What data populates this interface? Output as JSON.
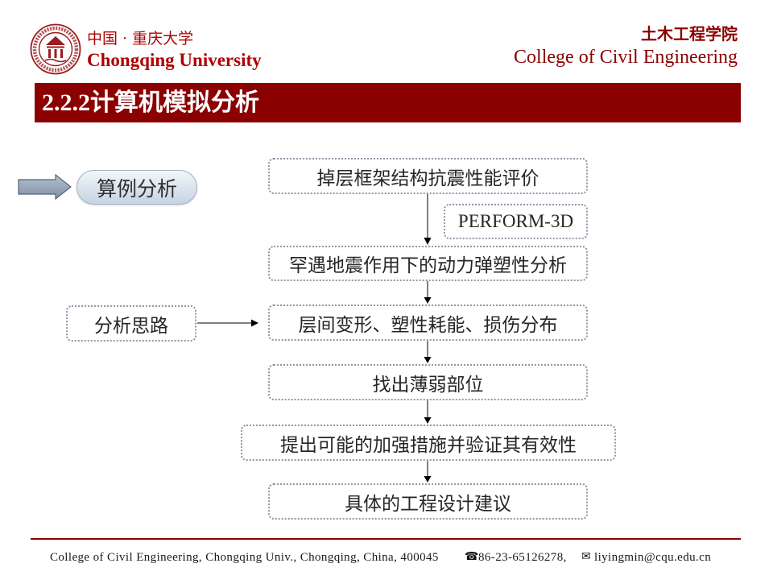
{
  "header": {
    "logo_icon": "university-seal-icon",
    "university_cn": "中国 · 重庆大学",
    "university_en": "Chongqing University",
    "college_cn": "土木工程学院",
    "college_en": "College of Civil Engineering"
  },
  "title": "2.2.2计算机模拟分析",
  "sidebar": {
    "pointer_icon": "block-arrow-right-icon",
    "section_label": "算例分析",
    "approach_label": "分析思路"
  },
  "flow": {
    "steps": [
      "掉层框架结构抗震性能评价",
      "罕遇地震作用下的动力弹塑性分析",
      "层间变形、塑性耗能、损伤分布",
      "找出薄弱部位",
      "提出可能的加强措施并验证其有效性",
      "具体的工程设计建议"
    ],
    "tool": "PERFORM-3D"
  },
  "footer": {
    "address": "College of Civil Engineering, Chongqing Univ., Chongqing, China, 400045",
    "phone_icon": "telephone-icon",
    "phone": "86-23-65126278,",
    "email_icon": "envelope-icon",
    "email": "liyingmin@cqu.edu.cn"
  },
  "colors": {
    "brand_red": "#8B0000",
    "header_red": "#B00000",
    "box_border": "#8D98A9",
    "text": "#262626",
    "pill_top": "#F2F6FA",
    "pill_bottom": "#C5D3E2"
  }
}
